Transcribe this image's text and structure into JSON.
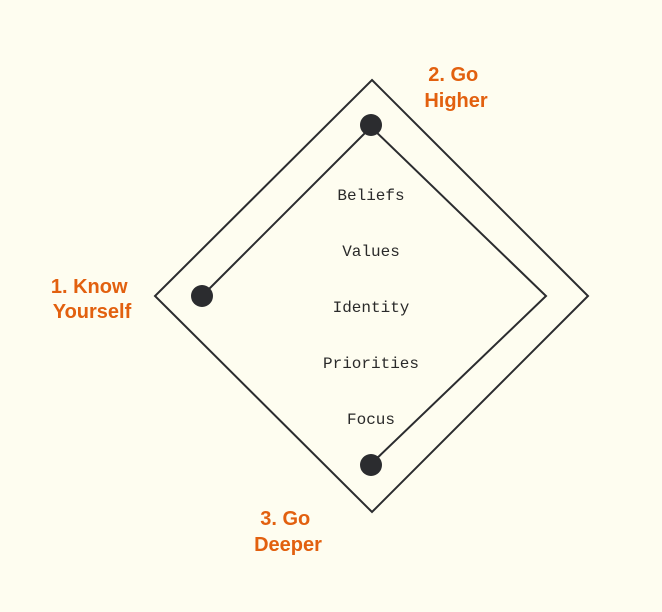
{
  "colors": {
    "background": "#fefdf0",
    "line": "#2b2c2f",
    "accent": "#e2600f",
    "dot": "#2b2c2f"
  },
  "labels": {
    "know_yourself": [
      "1. Know",
      "Yourself"
    ],
    "go_higher": [
      "2. Go",
      "Higher"
    ],
    "go_deeper": [
      "3. Go",
      "Deeper"
    ]
  },
  "center_words": [
    "Beliefs",
    "Values",
    "Identity",
    "Priorities",
    "Focus"
  ]
}
